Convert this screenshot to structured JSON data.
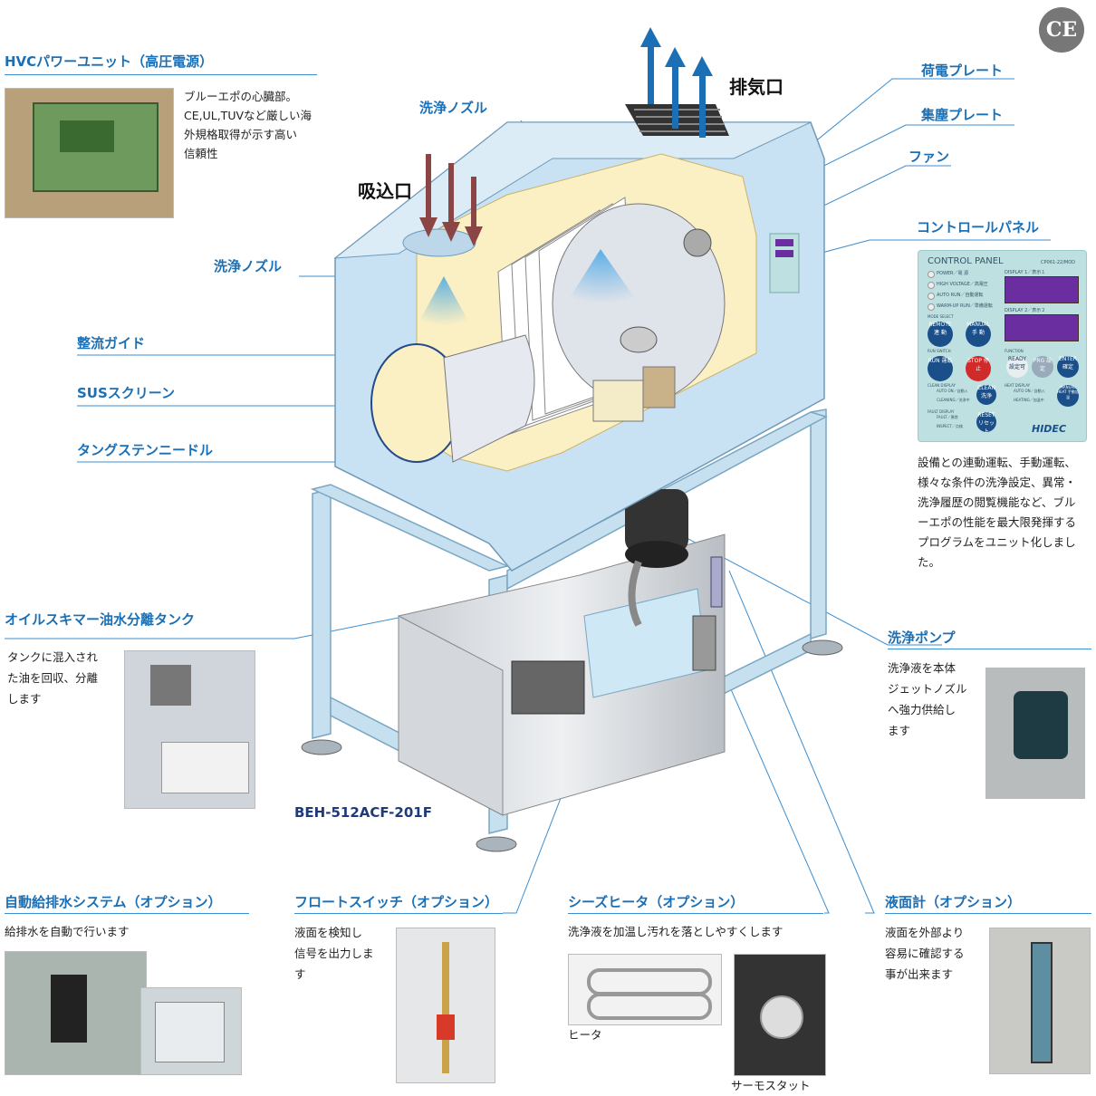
{
  "ce_mark": "CE",
  "hvc": {
    "title": "HVCパワーユニット（高圧電源）",
    "desc": [
      "ブルーエポの心臓部。",
      "CE,UL,TUVなど厳しい海",
      "外規格取得が示す高い",
      "信頼性"
    ]
  },
  "labels": {
    "exhaust": "排気口",
    "intake": "吸込口",
    "nozzle_top": "洗浄ノズル",
    "nozzle_left": "洗浄ノズル",
    "flow_guide": "整流ガイド",
    "sus_screen": "SUSスクリーン",
    "tungsten": "タングステンニードル",
    "charge_plate": "荷電プレート",
    "collect_plate": "集塵プレート",
    "fan": "ファン",
    "control_panel": "コントロールパネル",
    "model": "BEH-512ACF-201F"
  },
  "control_panel": {
    "title": "CONTROL PANEL",
    "code": "CP061-22/MOD",
    "brand": "HIDEC",
    "status": [
      "POWER／電 源",
      "HIGH VOLTAGE／高電圧",
      "AUTO RUN／自動運転",
      "WARM-UP RUN／準備運転"
    ],
    "display1": "DISPLAY 1／表示１",
    "display2": "DISPLAY 2／表示２",
    "mode_select": "MODE SELECT",
    "remote": "REMOTE 連 動",
    "manual": "MANUAL 手 動",
    "run_switch": "RUN SWITCH",
    "run": "RUN 運転",
    "stop": "STOP 停止",
    "function": "FUNCTION",
    "ready": "READY 設定可",
    "prg": "PRG 設定",
    "enter": "ENTER 確定",
    "clean_display": "CLEAN DISPLAY",
    "auto_on": "AUTO ON／自動入",
    "cleaning": "CLEANING／洗浄中",
    "clean": "CLEAN 洗浄",
    "heat_display": "HEAT DISPLAY",
    "auto_on2": "AUTO ON／自動入",
    "heating": "HEATING／加温中",
    "manual_heat": "MANUAL HEAT 手動加温",
    "fault_display": "FAULT DISPLAY",
    "fault": "FAULT／異常",
    "inspect": "INSPECT／点検",
    "reset": "RESET リセット"
  },
  "control_desc": [
    "設備との連動運転、手動運転、",
    "様々な条件の洗浄設定、異常・",
    "洗浄履歴の閲覧機能など、ブル",
    "ーエポの性能を最大限発揮する",
    "プログラムをユニット化しまし",
    "た。"
  ],
  "oil": {
    "title": "オイルスキマー油水分離タンク",
    "desc": [
      "タンクに混入され",
      "た油を回収、分離",
      "します"
    ]
  },
  "pump": {
    "title": "洗浄ポンプ",
    "desc": [
      "洗浄液を本体",
      "ジェットノズル",
      "へ強力供給し",
      "ます"
    ]
  },
  "auto_water": {
    "title": "自動給排水システム（オプション）",
    "desc": "給排水を自動で行います"
  },
  "float": {
    "title": "フロートスイッチ（オプション）",
    "desc": [
      "液面を検知し",
      "信号を出力しま",
      "す"
    ]
  },
  "heater": {
    "title": "シーズヒータ（オプション）",
    "desc": "洗浄液を加温し汚れを落としやすくします",
    "heater_cap": "ヒータ",
    "thermo_cap": "サーモスタット"
  },
  "level": {
    "title": "液面計（オプション）",
    "desc": [
      "液面を外部より",
      "容易に確認する",
      "事が出来ます"
    ]
  }
}
